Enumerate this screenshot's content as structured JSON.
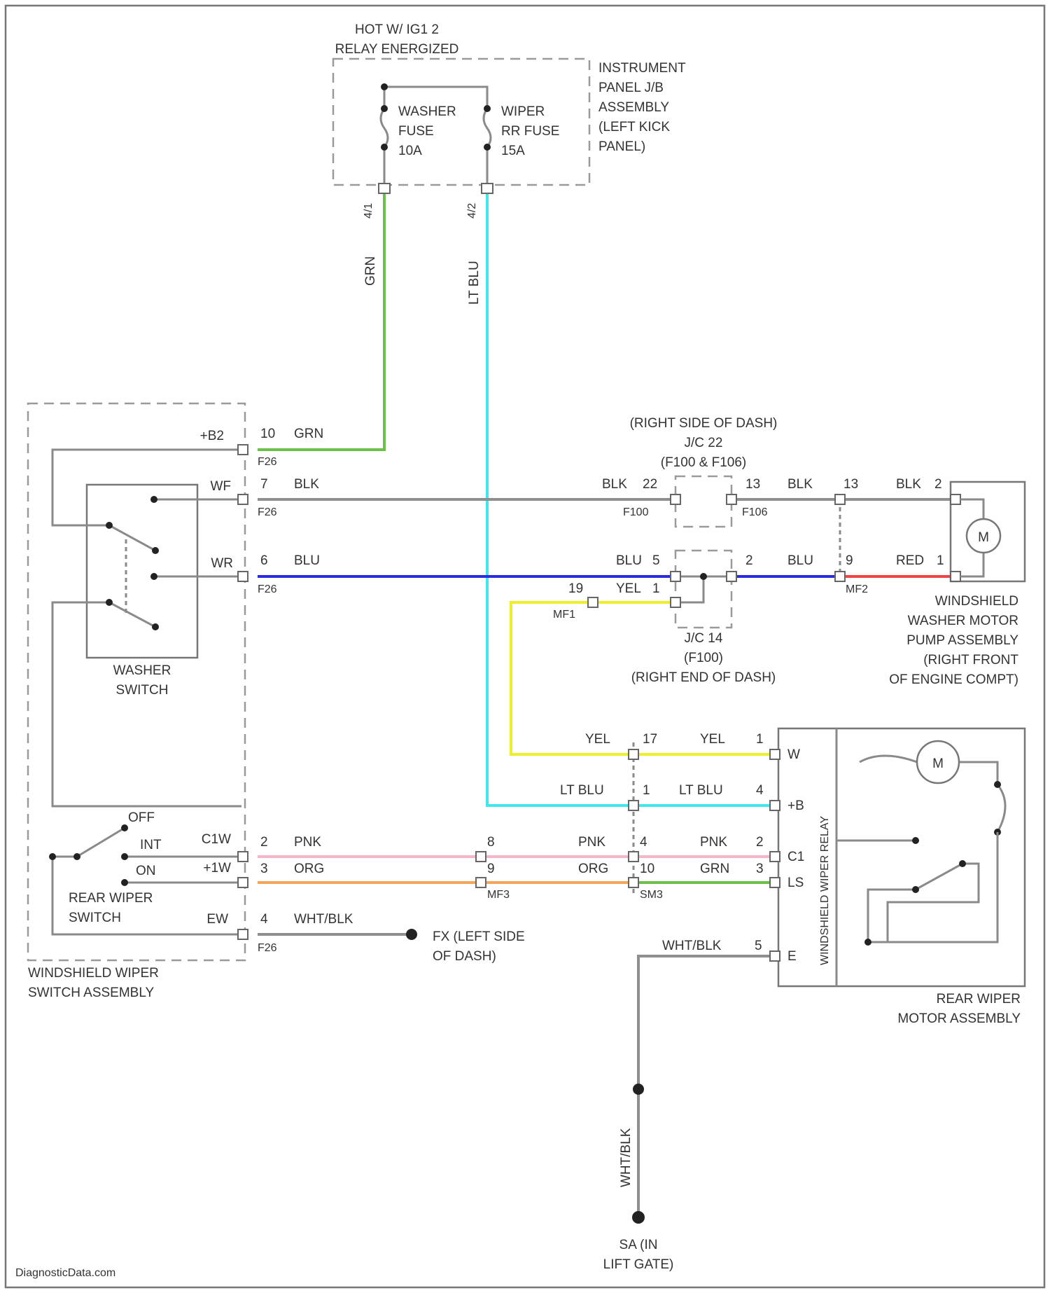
{
  "colors": {
    "grn": "#6cc04a",
    "ltblu": "#3ee8ee",
    "blu": "#2a2ae0",
    "blk": "#8f8f8f",
    "red": "#ee4444",
    "yel": "#eeee2a",
    "pnk": "#f5b6c8",
    "org": "#f5a55a",
    "whtblk": "#8f8f8f"
  },
  "fuse_box": {
    "power_label": [
      "HOT W/ IG1 2",
      "RELAY ENERGIZED"
    ],
    "assembly_label": [
      "INSTRUMENT",
      "PANEL J/B",
      "ASSEMBLY",
      "(LEFT KICK",
      "PANEL)"
    ],
    "washer_fuse": [
      "WASHER",
      "FUSE",
      "10A"
    ],
    "wiper_fuse": [
      "WIPER",
      "RR FUSE",
      "15A"
    ],
    "pin_left": "4/1",
    "pin_right": "4/2",
    "wire_left": "GRN",
    "wire_right": "LT BLU"
  },
  "switch_assembly": {
    "label": [
      "WINDSHIELD WIPER",
      "SWITCH ASSEMBLY"
    ],
    "washer_switch": [
      "WASHER",
      "SWITCH"
    ],
    "rear_wiper_switch": [
      "REAR WIPER",
      "SWITCH"
    ],
    "pos_off": "OFF",
    "pos_int": "INT",
    "pos_on": "ON",
    "terms": [
      "+B2",
      "WF",
      "WR",
      "C1W",
      "+1W",
      "EW"
    ]
  },
  "connectors": [
    {
      "pin": "10",
      "wire": "GRN",
      "conn": "F26"
    },
    {
      "pin": "7",
      "wire": "BLK",
      "conn": "F26"
    },
    {
      "pin": "6",
      "wire": "BLU",
      "conn": "F26"
    },
    {
      "pin": "2",
      "wire": "PNK",
      "conn": ""
    },
    {
      "pin": "3",
      "wire": "ORG",
      "conn": ""
    },
    {
      "pin": "4",
      "wire": "WHT/BLK",
      "conn": "F26"
    }
  ],
  "junction_top": {
    "label": [
      "(RIGHT SIDE OF DASH)",
      "J/C 22",
      "(F100 & F106)"
    ],
    "blk_in": "BLK",
    "pin_in": "22",
    "conn_in": "F100",
    "pin_out": "13",
    "wire_out": "BLK",
    "conn_out": "F106"
  },
  "junction_bottom": {
    "label": [
      "J/C 14",
      "(F100)",
      "(RIGHT END OF DASH)"
    ],
    "blu_in": "BLU",
    "pin_blu": "5",
    "yel_label": "YEL",
    "pin_yel": "1",
    "pin_yel_out": "19",
    "mf1": "MF1",
    "pin_blu_out": "2",
    "wire_blu_out": "BLU"
  },
  "washer_motor": {
    "label": [
      "WINDSHIELD",
      "WASHER MOTOR",
      "PUMP ASSEMBLY",
      "(RIGHT FRONT",
      "OF ENGINE COMPT)"
    ],
    "pin_blk_conn": "13",
    "wire_blk": "BLK",
    "pin_blk": "2",
    "pin_red_conn": "9",
    "mf2": "MF2",
    "wire_red": "RED",
    "pin_red": "1",
    "motor_symbol": "M"
  },
  "rear_motor": {
    "label": [
      "REAR WIPER",
      "MOTOR ASSEMBLY"
    ],
    "relay_label": "WINDSHIELD WIPER RELAY",
    "motor_symbol": "M",
    "terms": [
      "W",
      "+B",
      "C1",
      "LS",
      "E"
    ]
  },
  "rear_rows": [
    {
      "wire_a": "YEL",
      "pin_a": "17",
      "wire_b": "YEL",
      "pin_b": "1"
    },
    {
      "wire_a": "LT BLU",
      "pin_a": "1",
      "wire_b": "LT BLU",
      "pin_b": "4"
    },
    {
      "wire_a": "PNK",
      "pin_a": "8",
      "pin_mid": "4",
      "wire_b": "PNK",
      "pin_b": "2"
    },
    {
      "wire_a": "ORG",
      "pin_a": "9",
      "pin_mid": "10",
      "wire_b": "GRN",
      "pin_b": "3"
    }
  ],
  "inline_conns": {
    "mf3": "MF3",
    "sm3": "SM3"
  },
  "grounds": {
    "fx_label": [
      "FX (LEFT SIDE",
      "OF DASH)"
    ],
    "wire_e": "WHT/BLK",
    "pin_e": "5",
    "vertical_wire": "WHT/BLK",
    "bottom_label": [
      "SA (IN",
      "LIFT GATE)"
    ]
  },
  "watermark": "DiagnosticData.com"
}
